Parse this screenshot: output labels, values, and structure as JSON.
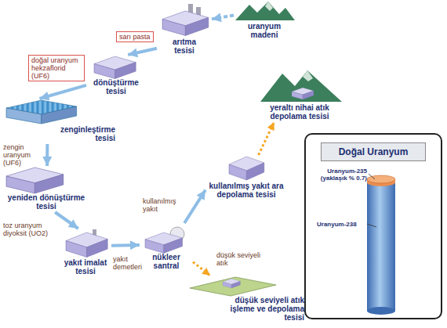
{
  "diagram": {
    "nodes": [
      {
        "text": [
          "uranyum madeni"
        ]
      },
      {
        "text": [
          "arıtma tesisi"
        ]
      },
      {
        "text": [
          "dönüştürme tesisi"
        ]
      },
      {
        "text": [
          "zenginleştirme tesisi"
        ]
      },
      {
        "text": [
          "yeniden dönüştürme tesisi"
        ]
      },
      {
        "text": [
          "yakıt imalat tesisi"
        ]
      },
      {
        "text": [
          "nükleer santral"
        ]
      },
      {
        "text": [
          "kullanılmış yakıt ara depolama tesisi"
        ]
      },
      {
        "text": [
          "yeraltı nihai atık depolama tesisi"
        ]
      },
      {
        "text": [
          "düşük seviyeli atık işleme ve depolama tesisi"
        ]
      },
      {
        "text": [
          "Doğal Uranyum"
        ]
      }
    ],
    "edges": [
      {
        "from": 0,
        "to": 1,
        "arrow": "to"
      },
      {
        "from": 1,
        "to": 2,
        "label": "sarı pasta",
        "arrow": "to"
      },
      {
        "from": 2,
        "to": 3,
        "label": "doğal uranyum hekzaflorid (UF6)",
        "arrow": "to"
      },
      {
        "from": 3,
        "to": 4,
        "label": "zengin uranyum (UF6)",
        "arrow": "to"
      },
      {
        "from": 4,
        "to": 5,
        "label": "toz uranyum diyoksit (UO2)",
        "arrow": "to"
      },
      {
        "from": 5,
        "to": 6,
        "label": "yakıt demetleri",
        "arrow": "to"
      },
      {
        "from": 6,
        "to": 7,
        "label": "kullanılmış yakıt",
        "arrow": "to"
      },
      {
        "from": 7,
        "to": 8,
        "arrow": "to"
      },
      {
        "from": 6,
        "to": 9,
        "label": "düşük seviyeli atık",
        "arrow": "to"
      }
    ],
    "labels": [
      "Uranyum-235 (yaklaşık % 0.7)",
      "Uranyum-238"
    ]
  }
}
